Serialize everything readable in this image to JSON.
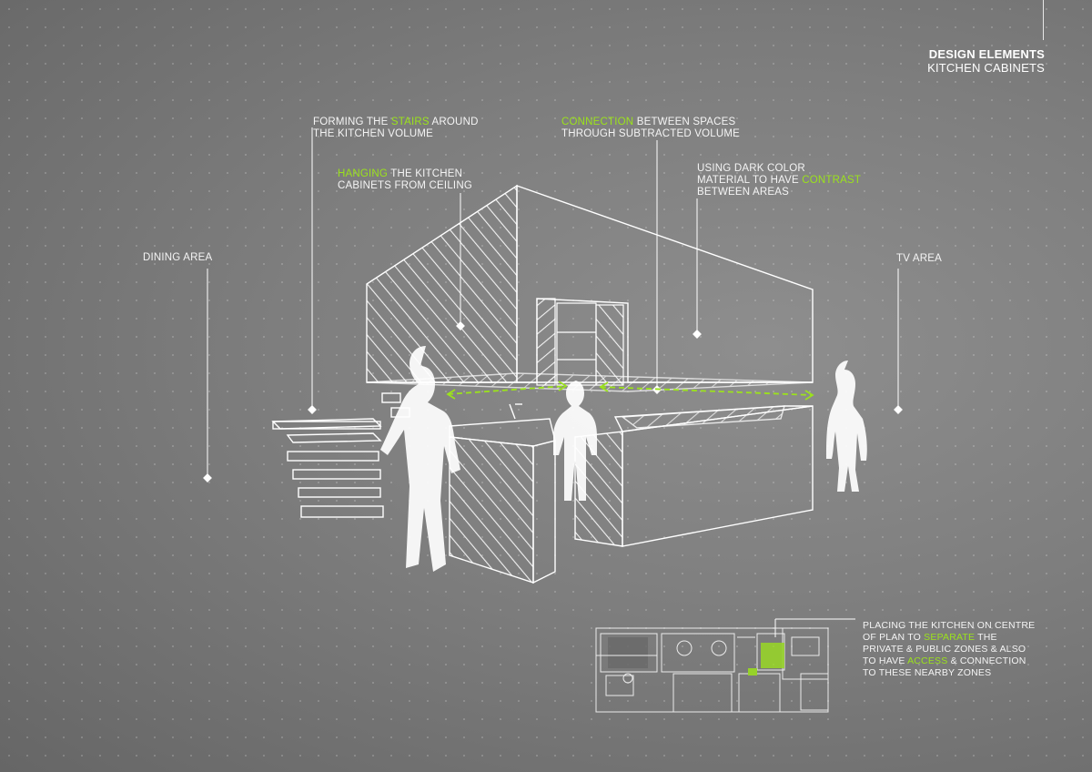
{
  "header": {
    "title": "DESIGN ELEMENTS",
    "subtitle": "KITCHEN CABINETS"
  },
  "areas": {
    "dining": "DINING AREA",
    "tv": "TV AREA"
  },
  "annotations": {
    "stairs": {
      "line1_pre": "FORMING THE ",
      "line1_hl": "STAIRS",
      "line1_post": " AROUND",
      "line2": "THE KITCHEN VOLUME"
    },
    "hanging": {
      "line1_hl": "HANGING",
      "line1_post": " THE KITCHEN",
      "line2": "CABINETS FROM CEILING"
    },
    "connection": {
      "line1_hl": "CONNECTION",
      "line1_post": " BETWEEN SPACES",
      "line2": "THROUGH SUBTRACTED VOLUME"
    },
    "contrast": {
      "line1": "USING DARK COLOR",
      "line2_pre": "MATERIAL TO HAVE ",
      "line2_hl": "CONTRAST",
      "line3": "BETWEEN  AREAS"
    },
    "placing": {
      "line1": "PLACING THE KITCHEN ON CENTRE",
      "line2_pre": "OF PLAN TO ",
      "line2_hl": "SEPARATE",
      "line2_post": " THE",
      "line3": "PRIVATE & PUBLIC ZONES & ALSO",
      "line4_pre": "TO HAVE ",
      "line4_hl": "ACCESS",
      "line4_post": " & CONNECTION",
      "line5": "TO THESE NEARBY ZONES"
    }
  },
  "colors": {
    "accent": "#9be21c",
    "line": "#ffffff",
    "background": "#7e7e7e"
  }
}
